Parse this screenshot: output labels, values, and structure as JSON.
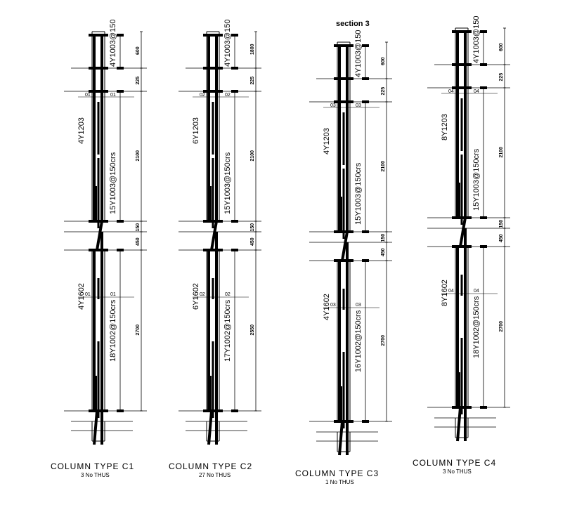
{
  "section_heading": "section 3",
  "columns": [
    {
      "title": "COLUMN TYPE  C1",
      "qty": "3 No THUS",
      "top_link": "4Y1003@150",
      "upper_bars": "4Y1203",
      "upper_links": "15Y1003@150crs",
      "lower_bars": "4Y1602",
      "lower_links": "18Y1002@150crs",
      "mark": "01",
      "dims": [
        "600",
        "225",
        "2100",
        "150",
        "450",
        "2700"
      ]
    },
    {
      "title": "COLUMN TYPE  C2",
      "qty": "27 No THUS",
      "top_link": "4Y1003@150",
      "upper_bars": "6Y1203",
      "upper_links": "15Y1003@150crs",
      "lower_bars": "6Y1602",
      "lower_links": "17Y1002@150crs",
      "mark": "02",
      "dims": [
        "1800",
        "225",
        "2100",
        "150",
        "450",
        "2550"
      ]
    },
    {
      "title": "COLUMN TYPE  C3",
      "qty": "1 No THUS",
      "top_link": "4Y1003@150",
      "upper_bars": "4Y1203",
      "upper_links": "15Y1003@150crs",
      "lower_bars": "4Y1602",
      "lower_links": "16Y1002@150crs",
      "mark": "03",
      "dims": [
        "600",
        "225",
        "2100",
        "150",
        "450",
        "2700"
      ]
    },
    {
      "title": "COLUMN TYPE  C4",
      "qty": "3 No THUS",
      "top_link": "4Y1003@150",
      "upper_bars": "8Y1203",
      "upper_links": "15Y1003@150crs",
      "lower_bars": "8Y1602",
      "lower_links": "18Y1002@150crs",
      "mark": "04",
      "dims": [
        "600",
        "225",
        "2100",
        "150",
        "450",
        "2700"
      ]
    }
  ]
}
